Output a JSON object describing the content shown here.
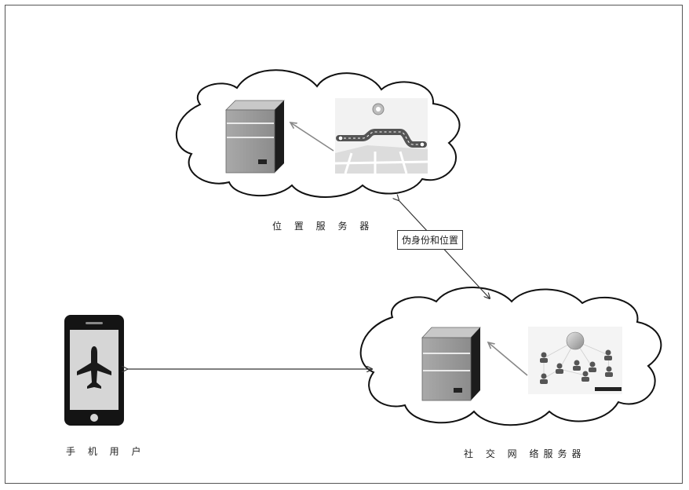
{
  "nodes": {
    "location_server": {
      "label": "位 置 服 务 器"
    },
    "social_server": {
      "label": "社 交 网 络服务器"
    },
    "mobile_user": {
      "label": "手 机 用 户"
    }
  },
  "edges": {
    "location_social": {
      "label": "伪身份和位置"
    }
  },
  "icons": {
    "server": "server-icon",
    "map": "map-route-icon",
    "social": "social-network-icon",
    "phone": "smartphone-icon",
    "plane": "airplane-icon"
  }
}
